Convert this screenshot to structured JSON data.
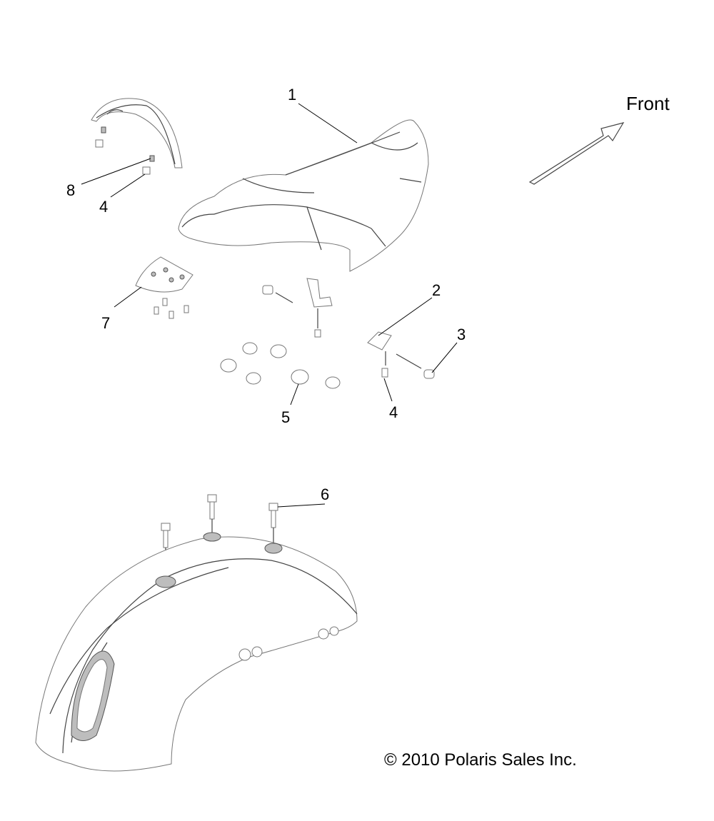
{
  "diagram": {
    "front_label": "Front",
    "copyright": "© 2010 Polaris Sales Inc.",
    "callouts": {
      "c1": "1",
      "c2": "2",
      "c3": "3",
      "c4a": "4",
      "c4b": "4",
      "c5": "5",
      "c6": "6",
      "c7": "7",
      "c8": "8"
    }
  }
}
